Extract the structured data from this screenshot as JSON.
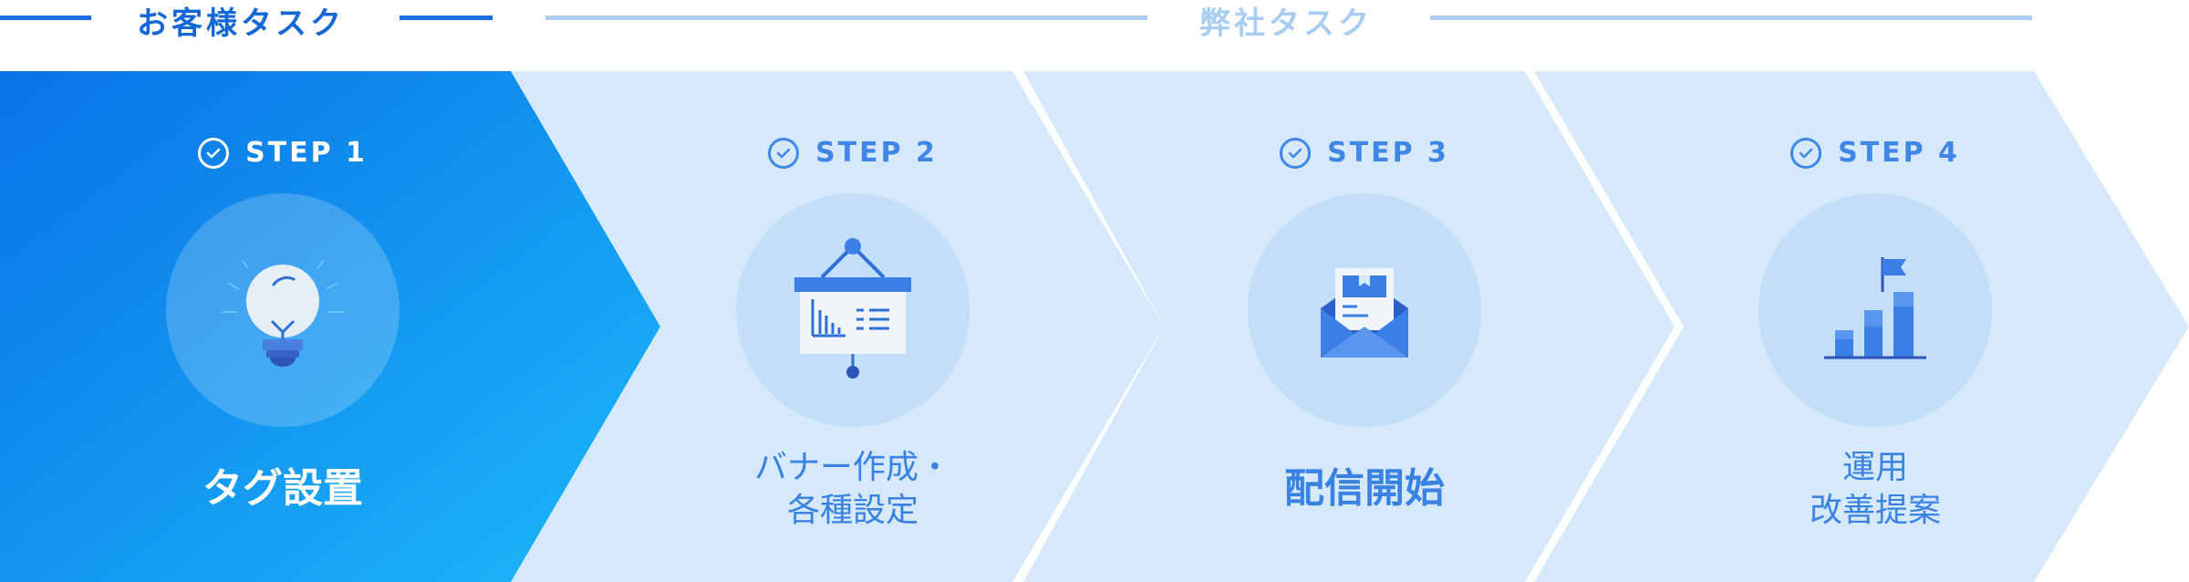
{
  "header": {
    "customer_tasks": "お客様タスク",
    "our_tasks": "弊社タスク"
  },
  "steps": [
    {
      "label": "STEP 1",
      "icon": "lightbulb-icon",
      "lines": [
        "タグ設置"
      ],
      "active": true
    },
    {
      "label": "STEP 2",
      "icon": "presentation-board-icon",
      "lines": [
        "バナー作成・",
        "各種設定"
      ],
      "active": false
    },
    {
      "label": "STEP 3",
      "icon": "envelope-icon",
      "lines": [
        "配信開始"
      ],
      "active": false
    },
    {
      "label": "STEP 4",
      "icon": "growth-chart-flag-icon",
      "lines": [
        "運用",
        "改善提案"
      ],
      "active": false
    }
  ],
  "colors": {
    "active_gradient_start": "#0a72e6",
    "active_gradient_end": "#1cb8fa",
    "inactive_fill": "#d6e9fb",
    "accent_text": "#3a82e2"
  }
}
